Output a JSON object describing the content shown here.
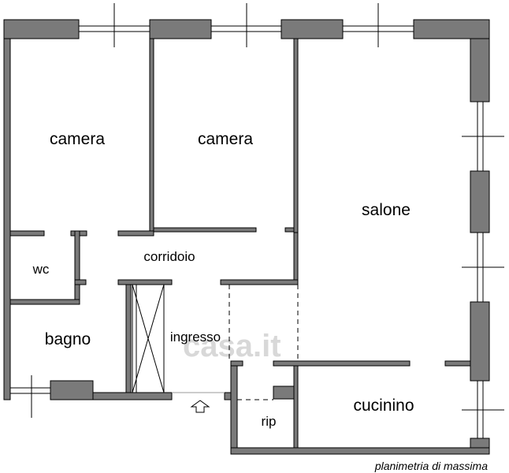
{
  "rooms": {
    "camera_left": "camera",
    "camera_right": "camera",
    "salone": "salone",
    "wc": "wc",
    "corridoio": "corridoio",
    "bagno": "bagno",
    "ingresso": "ingresso",
    "cucinino": "cucinino",
    "rip": "rip"
  },
  "caption": "planimetria di massima",
  "watermark": "casa.it",
  "colors": {
    "wall_fill": "#7a7a7a",
    "line": "#000000",
    "background": "#ffffff",
    "watermark": "#d8d8d8"
  },
  "icons": {
    "entrance": "up-arrow-outline"
  }
}
